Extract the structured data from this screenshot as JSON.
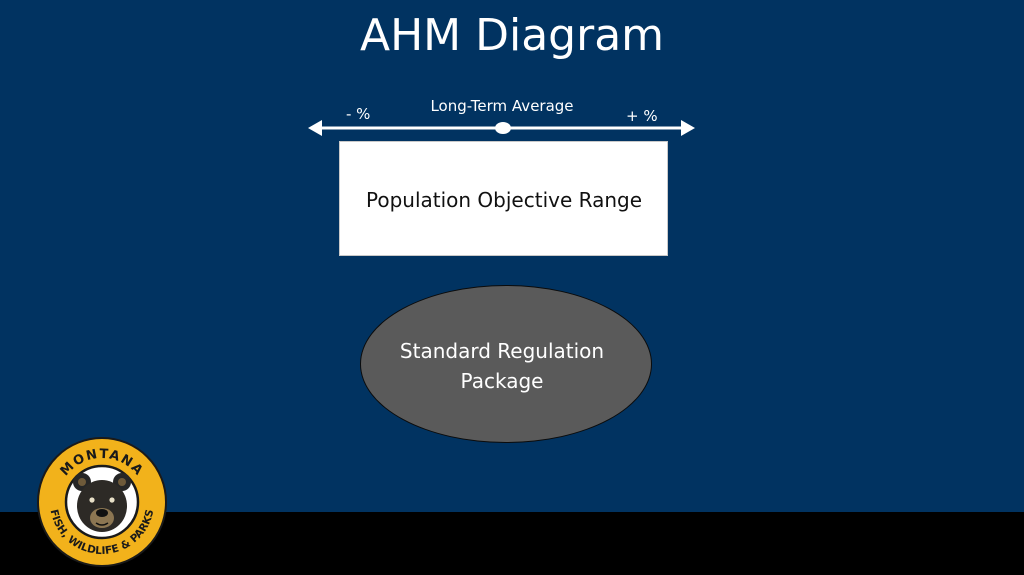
{
  "slide": {
    "title": "AHM Diagram"
  },
  "scale": {
    "minus_label": "- %",
    "plus_label": "+ %",
    "center_label": "Long-Term Average"
  },
  "objective_box": {
    "label": "Population Objective Range"
  },
  "regulation": {
    "line1": "Standard Regulation",
    "line2": "Package"
  },
  "logo": {
    "top_text": "MONTANA",
    "bottom_text": "FISH, WILDLIFE & PARKS",
    "ring_color": "#f2b21b",
    "icon": "bear-head-icon"
  },
  "colors": {
    "background": "#013361",
    "footer": "#000000",
    "ellipse_fill": "#5a5a5a"
  }
}
